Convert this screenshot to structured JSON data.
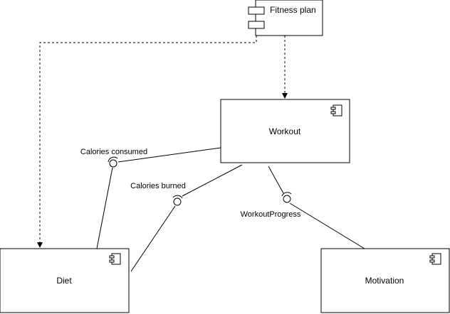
{
  "diagram": {
    "nodes": {
      "fitness_plan": {
        "label": "Fitness plan",
        "icon": "component-icon"
      },
      "workout": {
        "label": "Workout",
        "icon": "component-icon"
      },
      "diet": {
        "label": "Diet",
        "icon": "component-icon"
      },
      "motivation": {
        "label": "Motivation",
        "icon": "component-icon"
      }
    },
    "interfaces": {
      "calories_consumed": {
        "label": "Calories consumed",
        "from": "diet",
        "to": "workout"
      },
      "calories_burned": {
        "label": "Calories burned",
        "from": "diet",
        "to": "workout"
      },
      "workout_progress": {
        "label": "WorkoutProgress",
        "from": "motivation",
        "to": "workout"
      }
    },
    "dependencies": [
      {
        "from": "fitness_plan",
        "to": "diet",
        "style": "dashed"
      },
      {
        "from": "fitness_plan",
        "to": "workout",
        "style": "dashed"
      }
    ],
    "colors": {
      "stroke": "#000000",
      "fill": "#ffffff"
    }
  }
}
